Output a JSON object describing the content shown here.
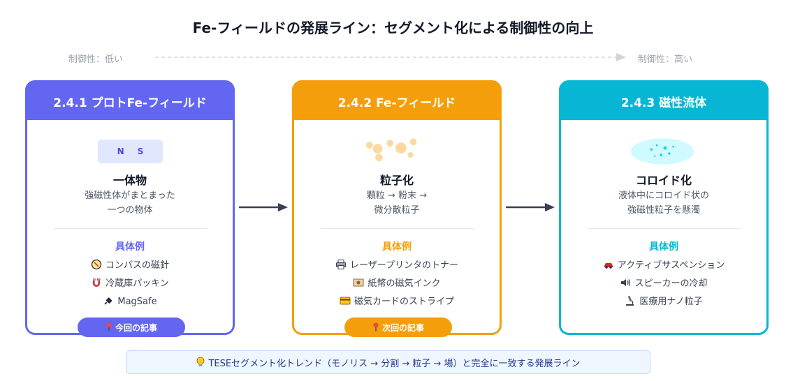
{
  "title": "Fe-フィールドの発展ライン：セグメント化による制御性の向上",
  "scale": {
    "low": "制御性：低い",
    "high": "制御性：高い"
  },
  "cards": [
    {
      "header": "2.4.1 プロトFe-フィールド",
      "illustration": {
        "n": "N",
        "s": "S"
      },
      "name": "一体物",
      "desc": [
        "強磁性体がまとまった",
        "一つの物体"
      ],
      "examples_heading": "具体例",
      "examples": [
        {
          "icon": "compass-icon",
          "text": "コンパスの磁針"
        },
        {
          "icon": "magnet-icon",
          "text": "冷蔵庫パッキン"
        },
        {
          "icon": "plug-icon",
          "text": "MagSafe"
        }
      ],
      "pill": "今回の記事",
      "accent": "#6366f1"
    },
    {
      "header": "2.4.2 Fe-フィールド",
      "name": "粒子化",
      "desc": [
        "顆粒 → 粉末 →",
        "微分散粒子"
      ],
      "examples_heading": "具体例",
      "examples": [
        {
          "icon": "printer-icon",
          "text": "レーザープリンタのトナー"
        },
        {
          "icon": "banknote-icon",
          "text": "紙幣の磁気インク"
        },
        {
          "icon": "credit-card-icon",
          "text": "磁気カードのストライプ"
        }
      ],
      "pill": "次回の記事",
      "accent": "#f59e0b"
    },
    {
      "header": "2.4.3 磁性流体",
      "name": "コロイド化",
      "desc": [
        "液体中にコロイド状の",
        "強磁性粒子を懸濁"
      ],
      "examples_heading": "具体例",
      "examples": [
        {
          "icon": "car-icon",
          "text": "アクティブサスペンション"
        },
        {
          "icon": "speaker-icon",
          "text": "スピーカーの冷却"
        },
        {
          "icon": "microscope-icon",
          "text": "医療用ナノ粒子"
        }
      ],
      "accent": "#06b6d4"
    }
  ],
  "footer": "TESEセグメント化トレンド（モノリス → 分割 → 粒子 → 場）と完全に一致する発展ライン"
}
